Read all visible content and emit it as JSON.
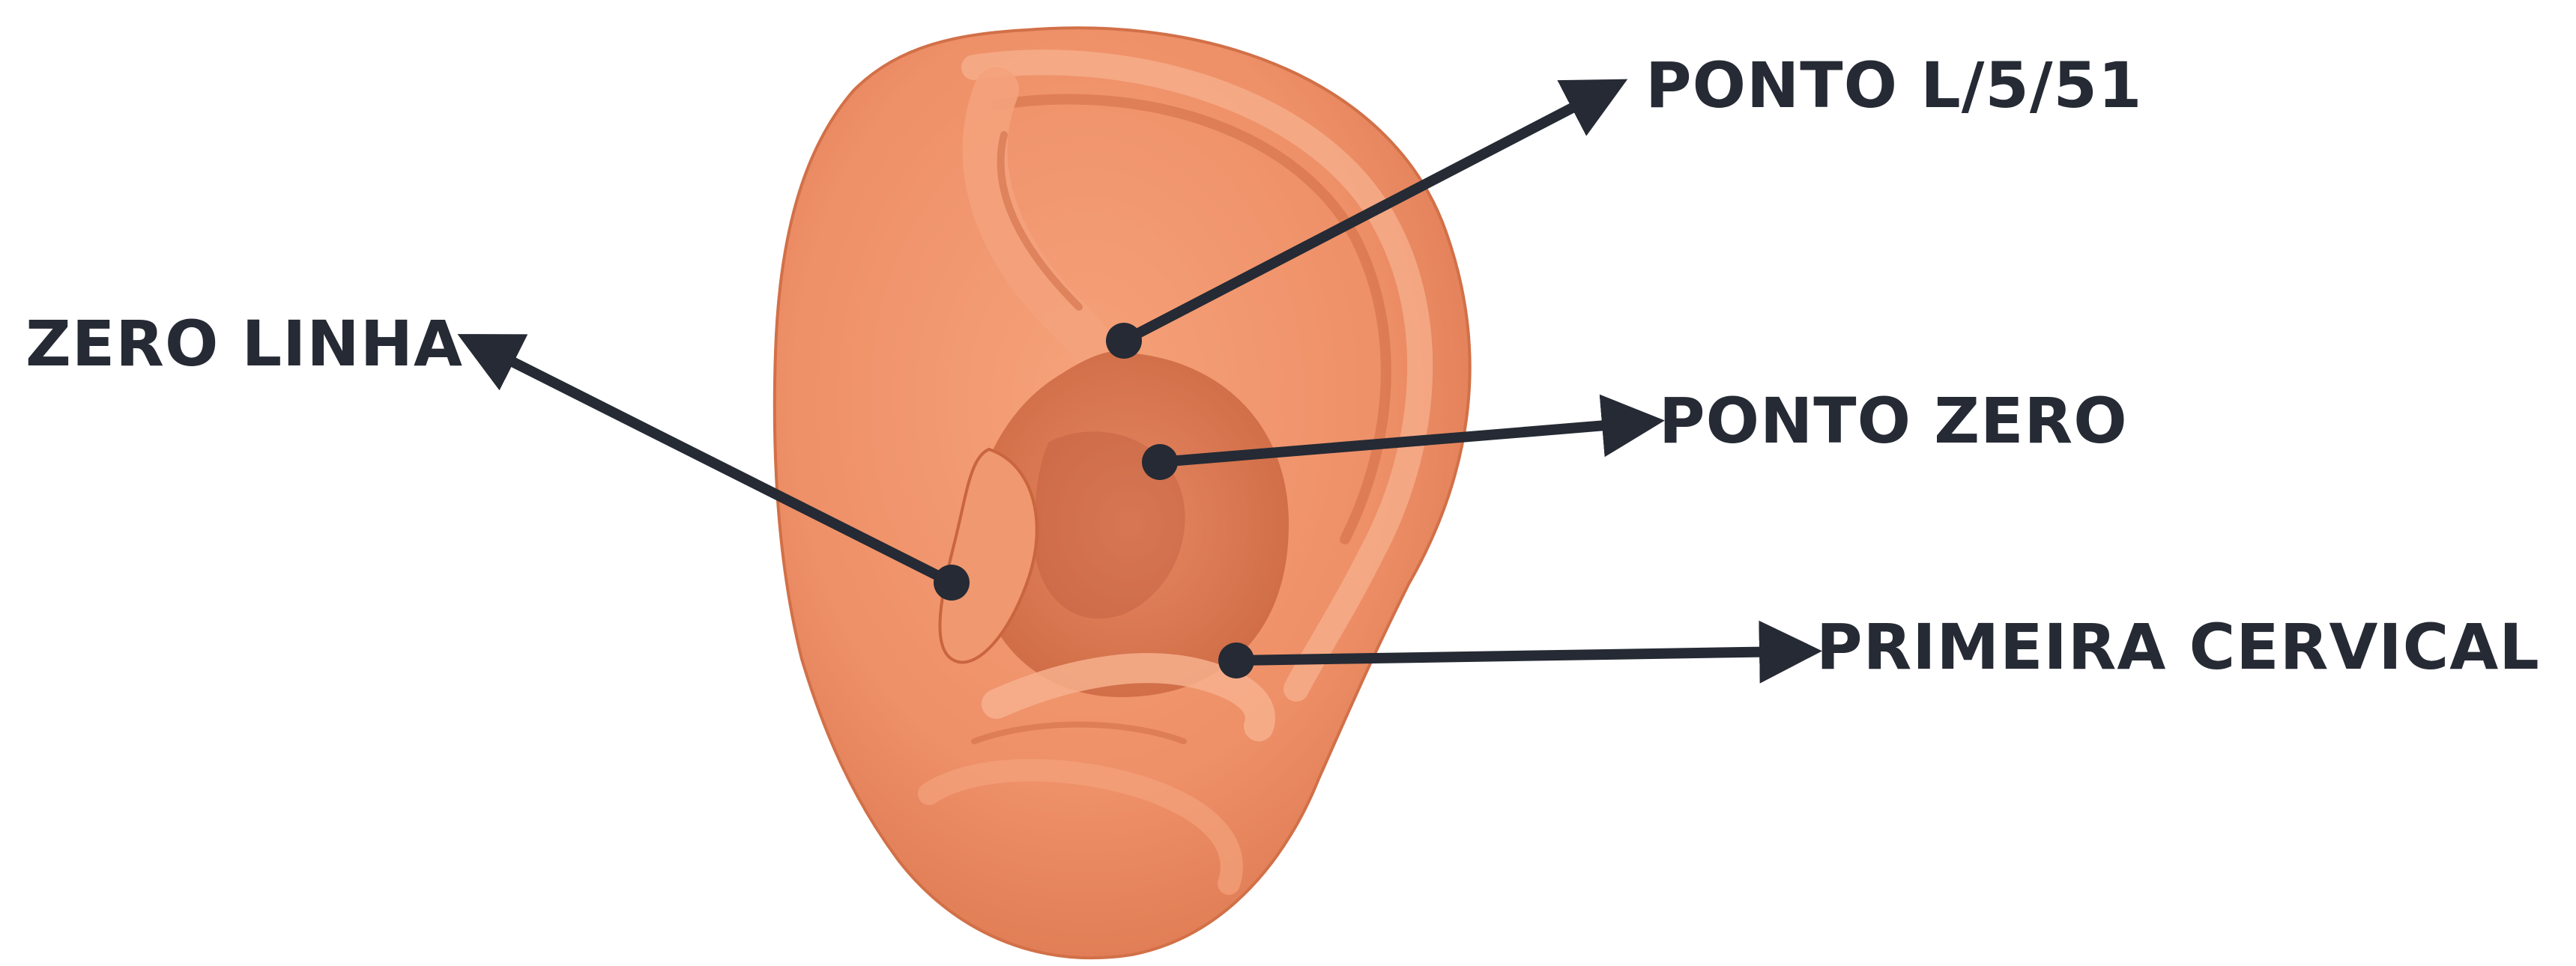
{
  "colors": {
    "background": "#ffffff",
    "label_text": "#252a34",
    "pointer": "#252a34",
    "ear_skin": "#ee9068",
    "ear_shadow": "#c2603f",
    "ear_highlight": "#f7b08d"
  },
  "labels": {
    "ponto_l551": "PONTO L/5/51",
    "zero_linha": "ZERO LINHA",
    "ponto_zero": "PONTO ZERO",
    "primeira_cervical": "PRIMEIRA CERVICAL"
  }
}
